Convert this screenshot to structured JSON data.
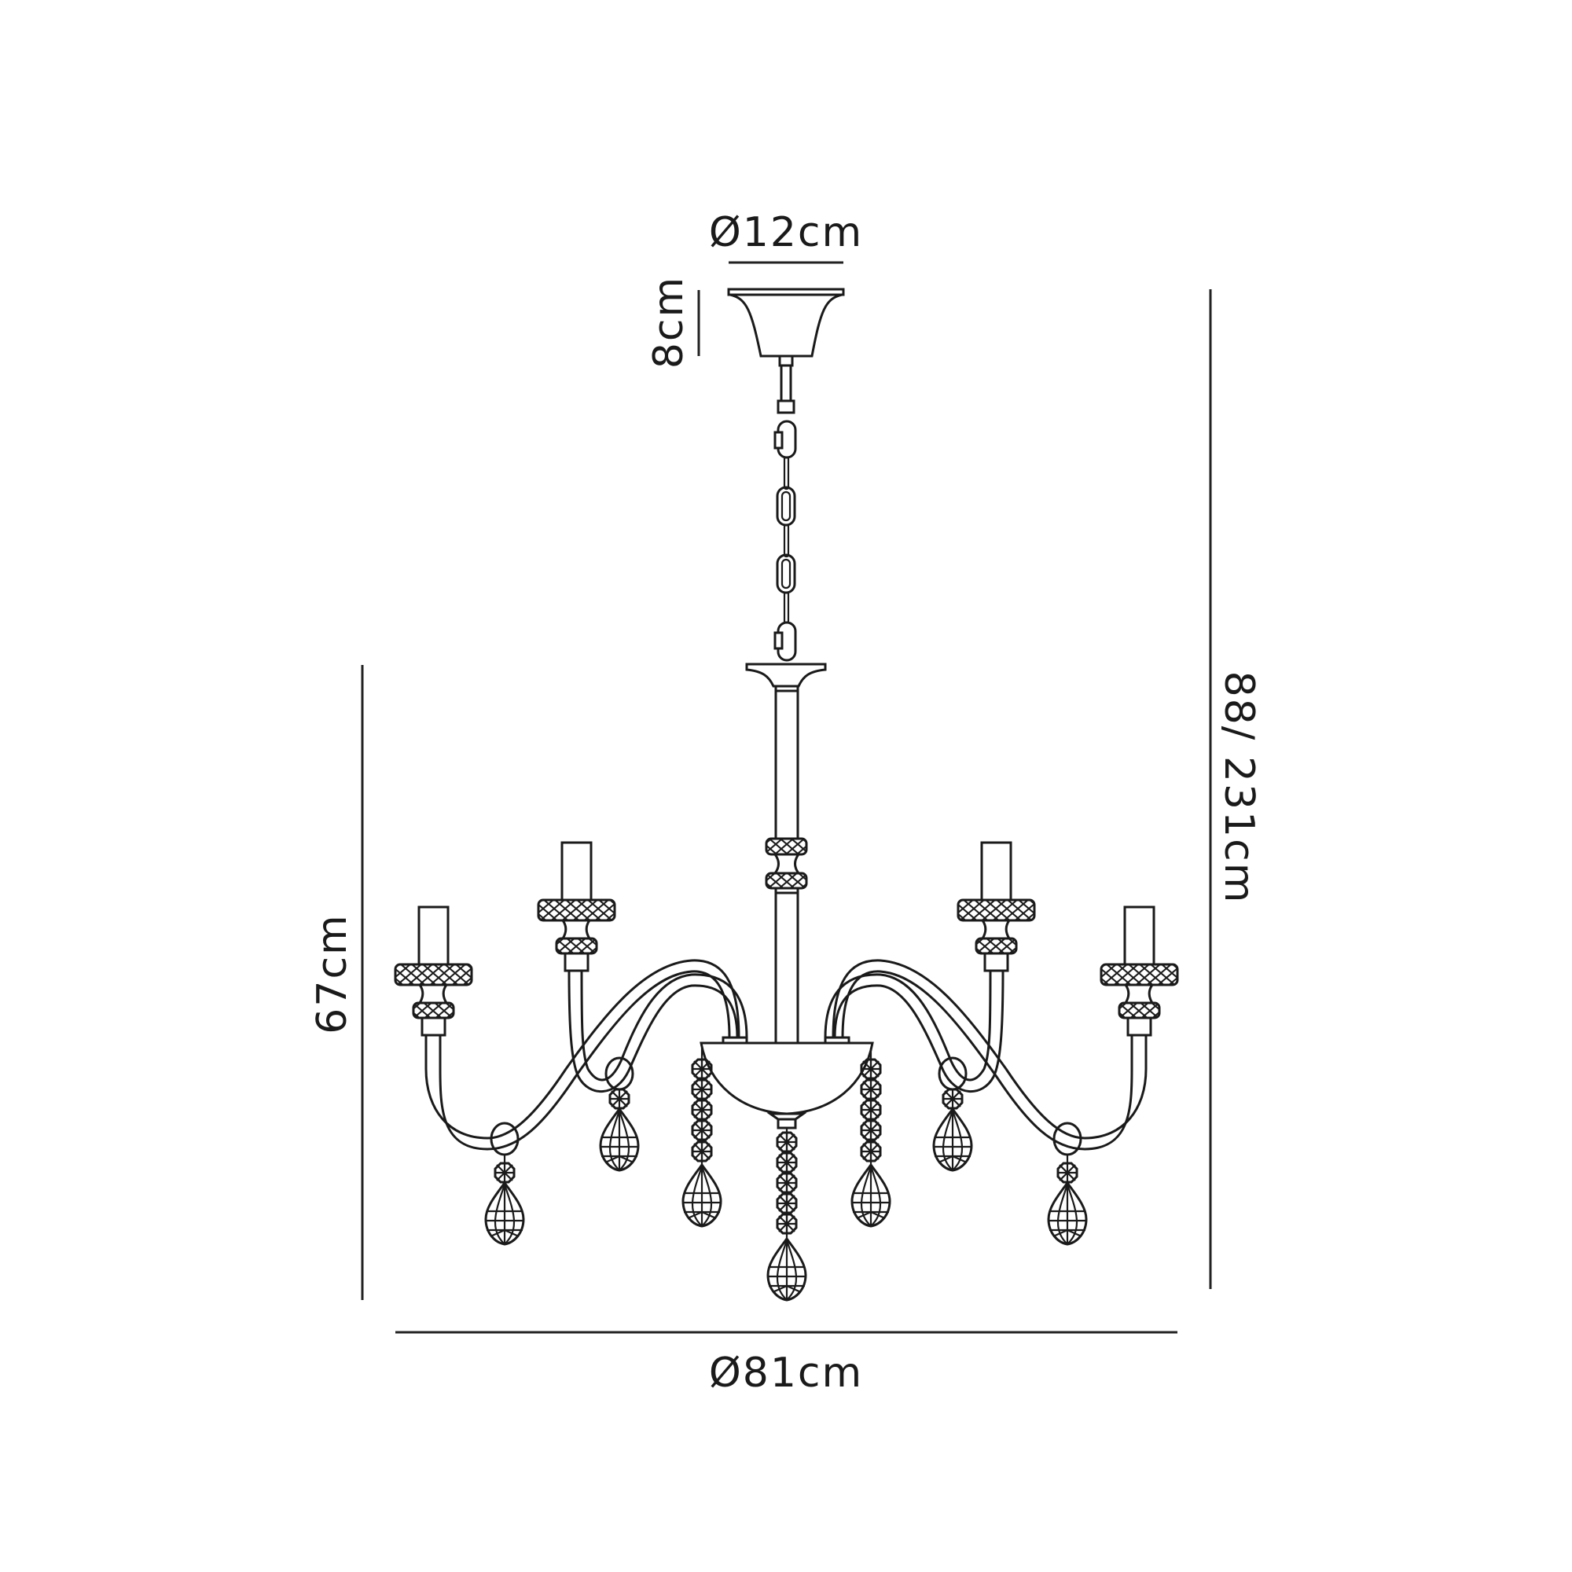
{
  "drawing": {
    "subject": "Five-light chandelier with crystal pendants, technical dimension drawing",
    "line_color": "#1a1a1a",
    "background": "#ffffff"
  },
  "dimensions": {
    "canopy_diameter": {
      "label": "Ø12cm",
      "value": 12,
      "unit": "cm",
      "orientation": "horizontal"
    },
    "canopy_height": {
      "label": "8cm",
      "value": 8,
      "unit": "cm",
      "orientation": "vertical"
    },
    "body_height": {
      "label": "67cm",
      "value": 67,
      "unit": "cm",
      "orientation": "vertical"
    },
    "overall_height": {
      "label": "88/ 231cm",
      "min": 88,
      "max": 231,
      "unit": "cm",
      "orientation": "vertical"
    },
    "overall_diameter": {
      "label": "Ø81cm",
      "value": 81,
      "unit": "cm",
      "orientation": "horizontal"
    }
  },
  "components": {
    "arms": 5,
    "candles_visible": 4,
    "pendant_drops_visible": 7,
    "bead_strings_visible": 3
  }
}
